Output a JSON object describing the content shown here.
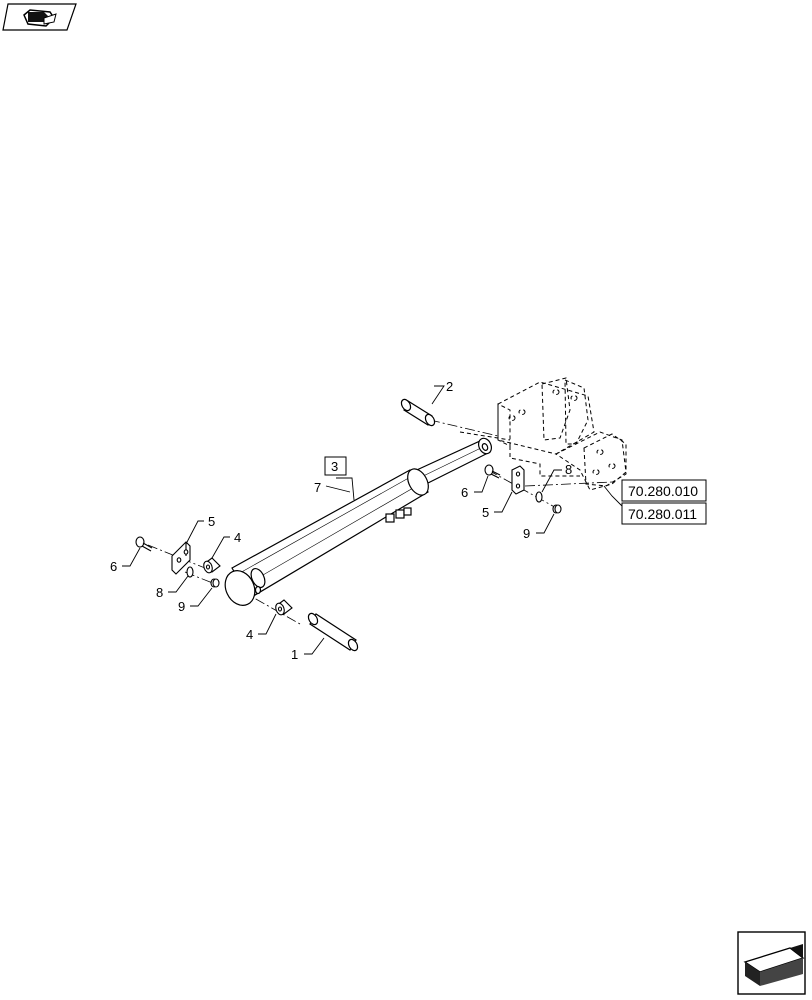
{
  "icons": {
    "top_left": "book-arrow-icon",
    "bottom_right": "next-page-arrow-icon"
  },
  "callouts": {
    "c1": "1",
    "c2": "2",
    "c3": "3",
    "c4a": "4",
    "c4b": "4",
    "c5a": "5",
    "c5b": "5",
    "c6a": "6",
    "c6b": "6",
    "c7": "7",
    "c8a": "8",
    "c8b": "8",
    "c9a": "9",
    "c9b": "9"
  },
  "references": {
    "ref_a": "70.280.010",
    "ref_b": "70.280.011"
  }
}
